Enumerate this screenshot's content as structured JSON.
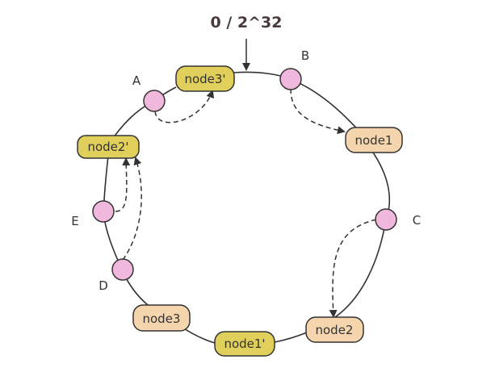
{
  "title": "0 / 2^32",
  "colors": {
    "physical_node_fill": "#f5d5ad",
    "virtual_node_fill": "#e0cf5a",
    "data_point_fill": "#f0b8dc",
    "stroke": "#333333",
    "title": "#4a3b3b"
  },
  "nodes": [
    {
      "id": "node3v",
      "label": "node3'",
      "kind": "virtual"
    },
    {
      "id": "node1",
      "label": "node1",
      "kind": "physical"
    },
    {
      "id": "node2",
      "label": "node2",
      "kind": "physical"
    },
    {
      "id": "node1v",
      "label": "node1'",
      "kind": "virtual"
    },
    {
      "id": "node3",
      "label": "node3",
      "kind": "physical"
    },
    {
      "id": "node2v",
      "label": "node2'",
      "kind": "virtual"
    }
  ],
  "data_points": [
    {
      "id": "A",
      "label": "A",
      "maps_to": "node3'"
    },
    {
      "id": "B",
      "label": "B",
      "maps_to": "node1"
    },
    {
      "id": "C",
      "label": "C",
      "maps_to": "node2"
    },
    {
      "id": "D",
      "label": "D",
      "maps_to": "node2'"
    },
    {
      "id": "E",
      "label": "E",
      "maps_to": "node2'"
    }
  ]
}
